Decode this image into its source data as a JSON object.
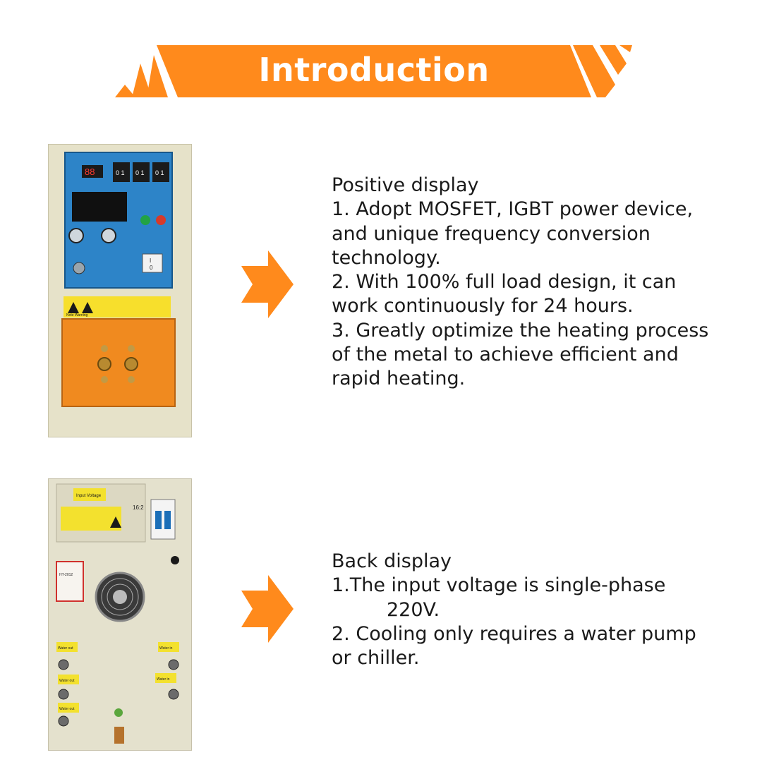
{
  "header": {
    "title": "Introduction",
    "accent_color": "#ff8a1c"
  },
  "sections": [
    {
      "heading": "Positive display",
      "lines": [
        "1. Adopt MOSFET, IGBT power device,",
        "and unique frequency conversion",
        "technology.",
        "2. With 100% full load design, it can",
        "work continuously for 24 hours.",
        "3. Greatly optimize the heating process",
        "of the metal to achieve efficient and",
        "rapid heating."
      ]
    },
    {
      "heading": "Back display",
      "lines": [
        "1.The input voltage is single-phase",
        "220V.",
        "2. Cooling only requires a water pump",
        "or chiller."
      ]
    }
  ],
  "front_panel": {
    "warning_label": "Note Warning",
    "switch_on": "I",
    "switch_off": "0",
    "digit_display": "88",
    "timer_digits": [
      "0 1",
      "0 1",
      "0 1"
    ]
  },
  "back_panel": {
    "input_voltage_label": "Input Voltage",
    "breaker_label": "16:2",
    "nameplate_model": "HT-2012",
    "water_labels": [
      "Water out",
      "Water in",
      "Water out",
      "Water in",
      "Water out"
    ]
  }
}
